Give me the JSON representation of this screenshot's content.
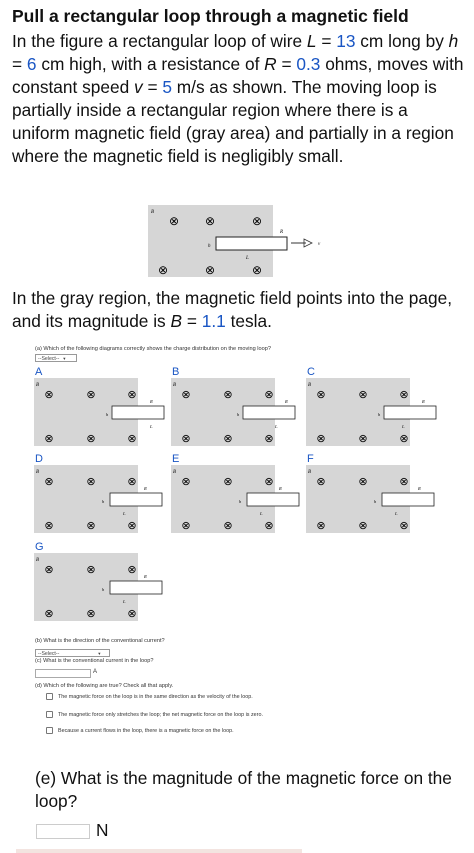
{
  "title": "Pull a rectangular loop through a magnetic field",
  "intro": {
    "p1": "In the figure a rectangular loop of wire ",
    "L_eq": "L",
    "p2": " = ",
    "L_val": "13",
    "p3": " cm long by ",
    "h_eq": "h",
    "p4": " = ",
    "h_val": "6",
    "p5": " cm high, with a resistance of ",
    "R_eq": "R",
    "p6": " = ",
    "R_val": "0.3",
    "p7": " ohms, moves with constant speed ",
    "v_eq": "v",
    "p8": " = ",
    "v_val": "5",
    "p9": " m/s as shown. The moving loop is partially inside a rectangular region where there is a uniform magnetic field (gray area) and partially in a region where the magnetic field is negligibly small."
  },
  "main_diagram": {
    "B": "B",
    "h": "h",
    "L": "L",
    "R": "R",
    "v": "v",
    "cross": "⊗"
  },
  "gray_text": {
    "p1": "In the gray region, the magnetic field points into the page, and its magnitude is ",
    "B_eq": "B",
    "p2": " = ",
    "B_val": "1.1",
    "p3": " tesla."
  },
  "question_a": {
    "text": "(a) Which of the following diagrams correctly shows the charge distribution on the moving loop?",
    "select": "--Select--",
    "options": [
      "A",
      "B",
      "C",
      "D",
      "E",
      "F",
      "G"
    ]
  },
  "question_b": {
    "text": "(b) What is the direction of the conventional current?",
    "select": "--Select--"
  },
  "question_c": {
    "text": "(c) What is the conventional current in the loop?",
    "unit": "A"
  },
  "question_d": {
    "text": "(d) Which of the following are true? Check all that apply.",
    "choices": [
      "The magnetic force on the loop is in the same direction as the velocity of the loop.",
      "The magnetic force only stretches the loop; the net magnetic force on the loop is zero.",
      "Because a current flows in the loop, there is a magnetic force on the loop."
    ]
  },
  "question_e": {
    "text": "(e) What is the magnitude of the magnetic force on the loop?",
    "unit": "N"
  },
  "colors": {
    "accent": "#1a56c4",
    "field_gray": "#d6d6d6"
  }
}
